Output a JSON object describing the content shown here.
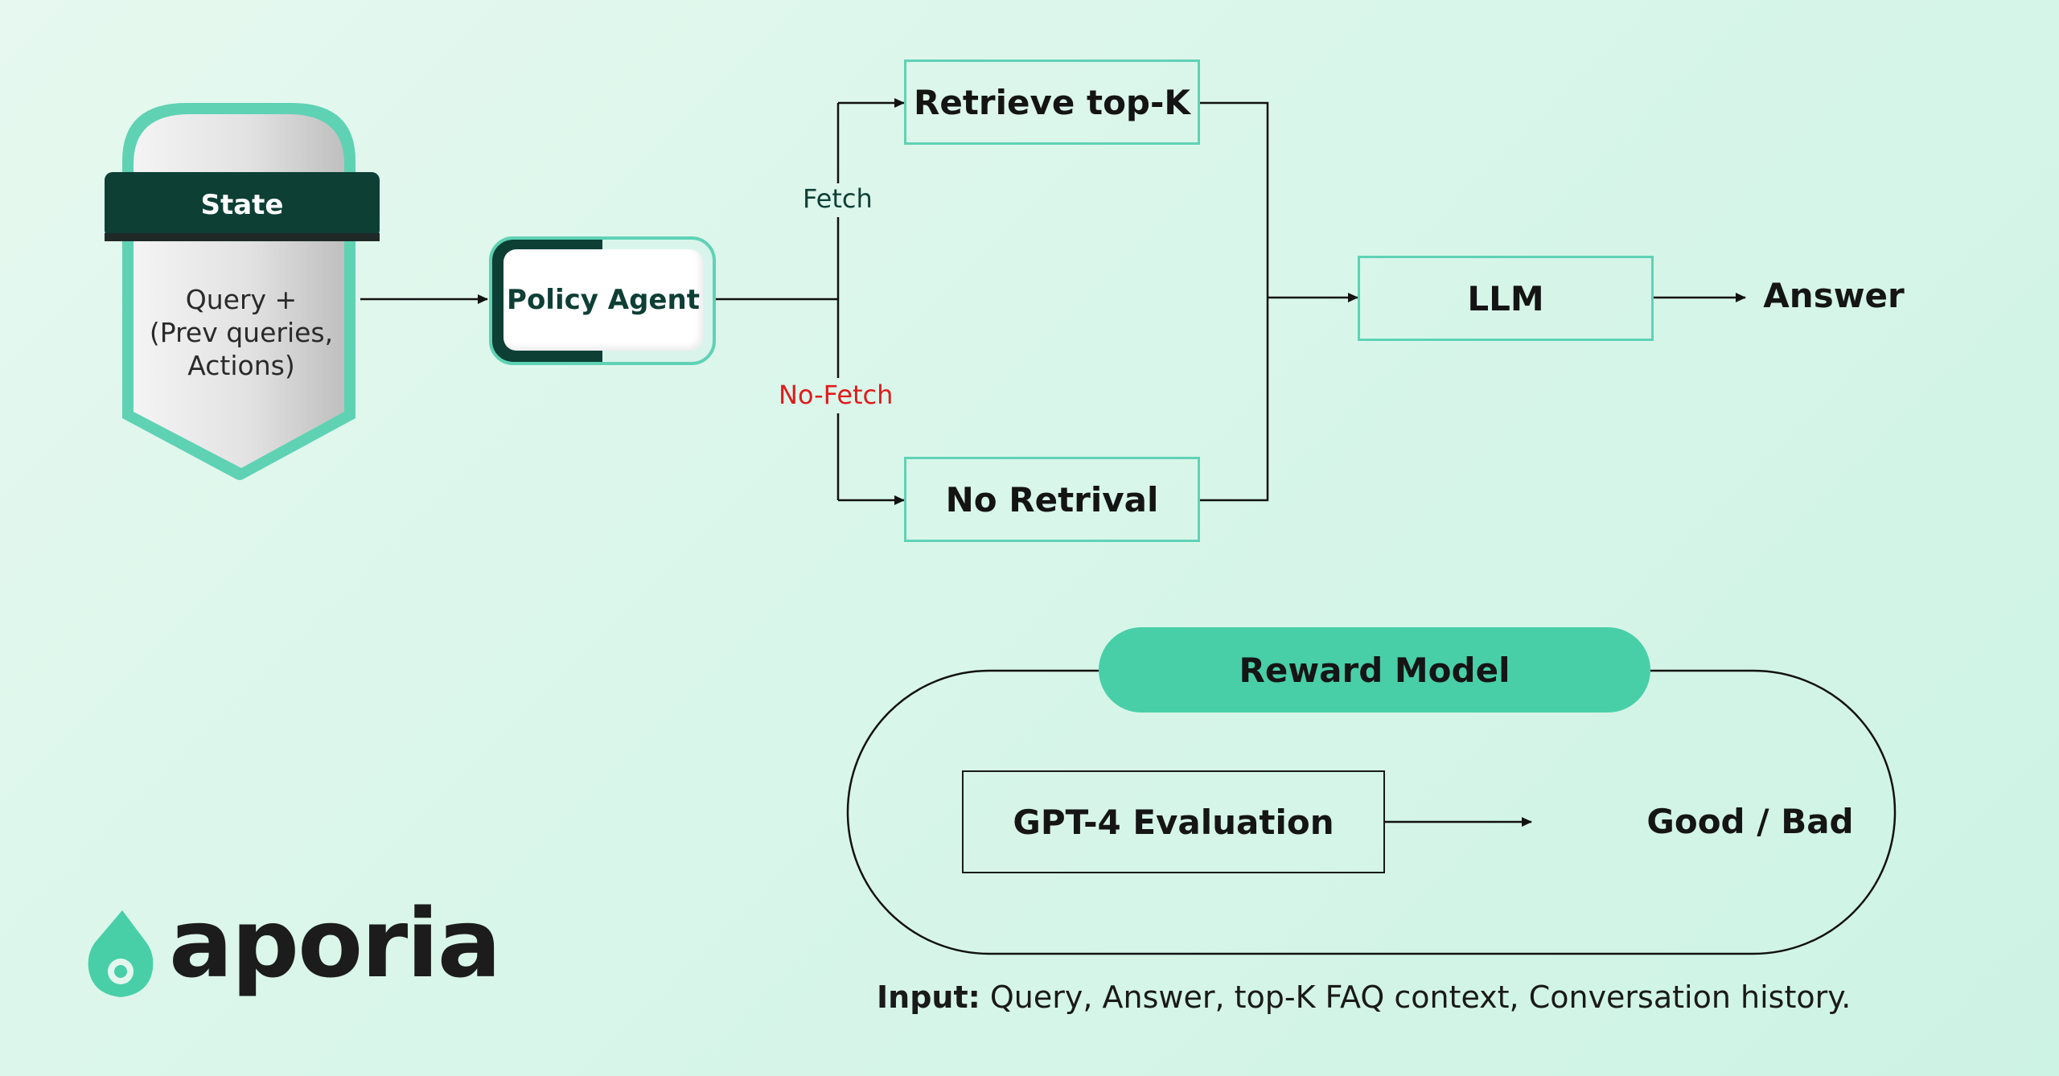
{
  "state": {
    "title": "State",
    "body_lines": [
      "Query +",
      "(Prev queries,",
      "Actions)"
    ]
  },
  "policy_agent": {
    "label": "Policy Agent"
  },
  "branches": {
    "fetch_label": "Fetch",
    "no_fetch_label": "No-Fetch"
  },
  "retrieve": {
    "label": "Retrieve top-K"
  },
  "no_retrieval": {
    "label": "No Retrival"
  },
  "llm": {
    "label": "LLM"
  },
  "answer": {
    "label": "Answer"
  },
  "reward_model": {
    "title": "Reward Model",
    "evaluator": "GPT-4 Evaluation",
    "output": "Good / Bad"
  },
  "input_note": {
    "prefix": "Input:",
    "text": " Query, Answer, top-K FAQ context, Conversation history."
  },
  "logo": {
    "text": "aporia"
  },
  "colors": {
    "accent_teal": "#5fd2b4",
    "dark_green": "#0d3f35",
    "fetch_text": "#0d3f35",
    "no_fetch_text": "#e01b1b",
    "reward_fill": "#48cfa8"
  }
}
